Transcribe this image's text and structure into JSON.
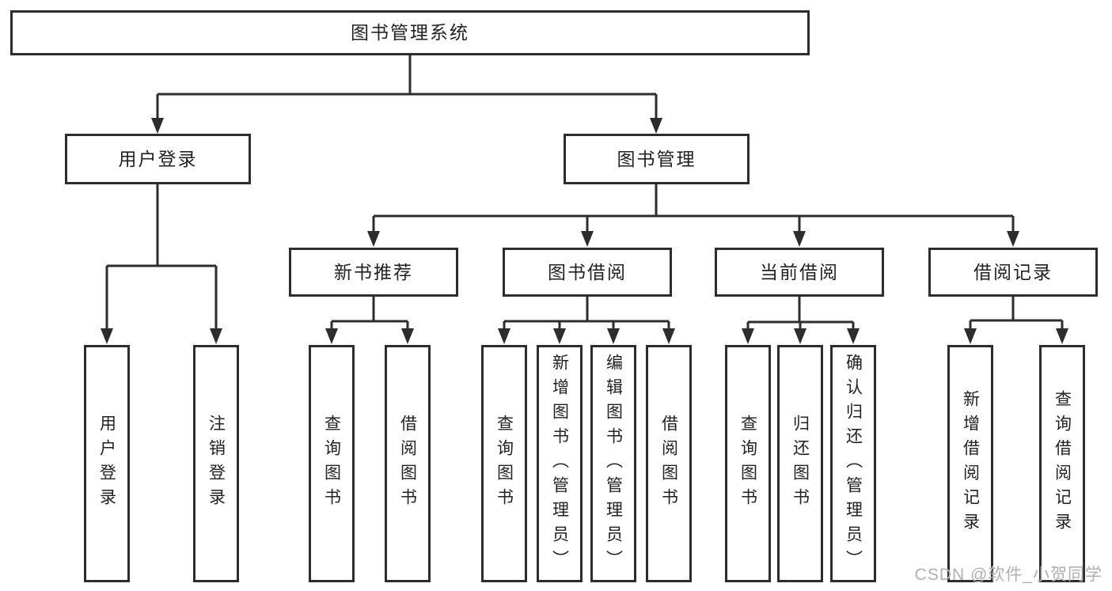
{
  "diagram": {
    "title": "图书管理系统",
    "nodes": {
      "root": "图书管理系统",
      "user_login": "用户登录",
      "book_management": "图书管理",
      "new_book_recommend": "新书推荐",
      "book_borrow": "图书借阅",
      "current_borrow": "当前借阅",
      "borrow_record": "借阅记录",
      "leaves": {
        "login": [
          "用户登录",
          "注销登录"
        ],
        "recommend": [
          "查询图书",
          "借阅图书"
        ],
        "borrow": [
          "查询图书",
          "新增图书（管理员）",
          "编辑图书（管理员）",
          "借阅图书"
        ],
        "current": [
          "查询图书",
          "归还图书",
          "确认归还（管理员）"
        ],
        "record": [
          "新增借阅记录",
          "查询借阅记录"
        ]
      }
    }
  },
  "watermark": "CSDN @软件_小贺同学",
  "colors": {
    "line": "#2d2d2d",
    "text": "#222222",
    "box_bg": "#ffffff",
    "watermark": "#b0b0b0"
  }
}
